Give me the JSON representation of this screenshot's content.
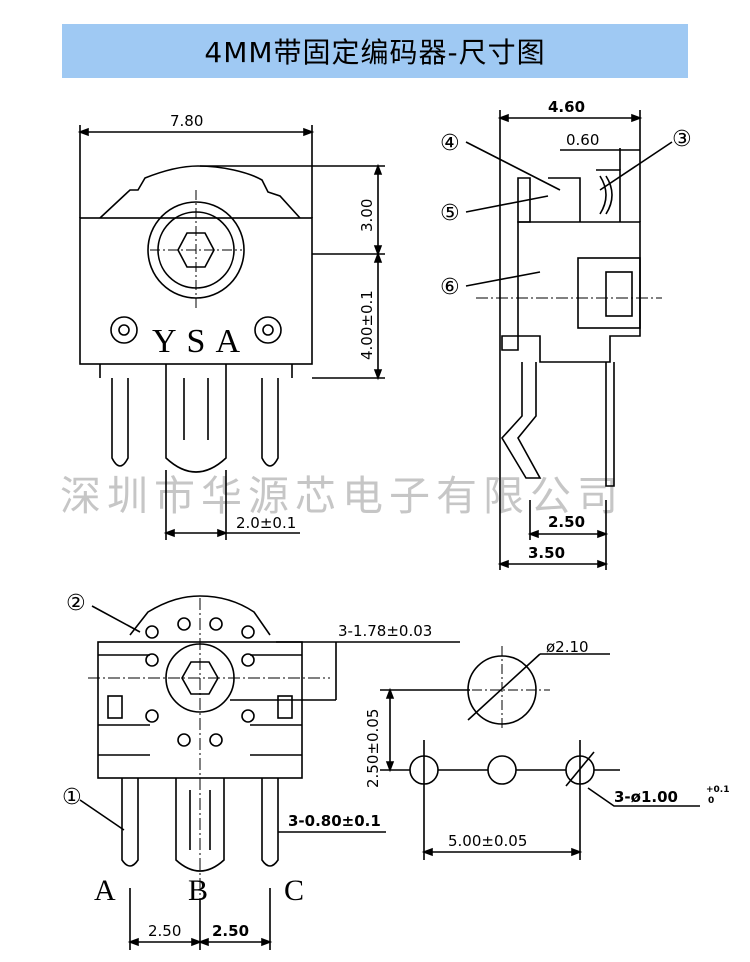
{
  "title": "4MM带固定编码器-尺寸图",
  "watermark": "深圳市华源芯电子有限公司",
  "front_view": {
    "width": "7.80",
    "upper_height": "3.00",
    "lower_height": "4.00±0.1",
    "pin_pitch": "2.0±0.1",
    "marking": "YSA"
  },
  "side_view": {
    "total_depth": "4.60",
    "shaft_depth": "0.60",
    "pin_offset": "2.50",
    "base_depth": "3.50",
    "callout_3": "③",
    "callout_4": "④",
    "callout_5": "⑤",
    "callout_6": "⑥"
  },
  "bottom_view": {
    "hole_label": "3-1.78±0.03",
    "pin_width": "3-0.80±0.1",
    "pitch_1": "2.50",
    "pitch_2": "2.50",
    "pin_a": "A",
    "pin_b": "B",
    "pin_c": "C",
    "callout_1": "①",
    "callout_2": "②"
  },
  "pcb_layout": {
    "big_hole": "ø2.10",
    "row_offset": "2.50±0.05",
    "span": "5.00±0.05",
    "pin_holes": "3-ø1.00",
    "tol_plus": "+0.1",
    "tol_minus": "0"
  }
}
